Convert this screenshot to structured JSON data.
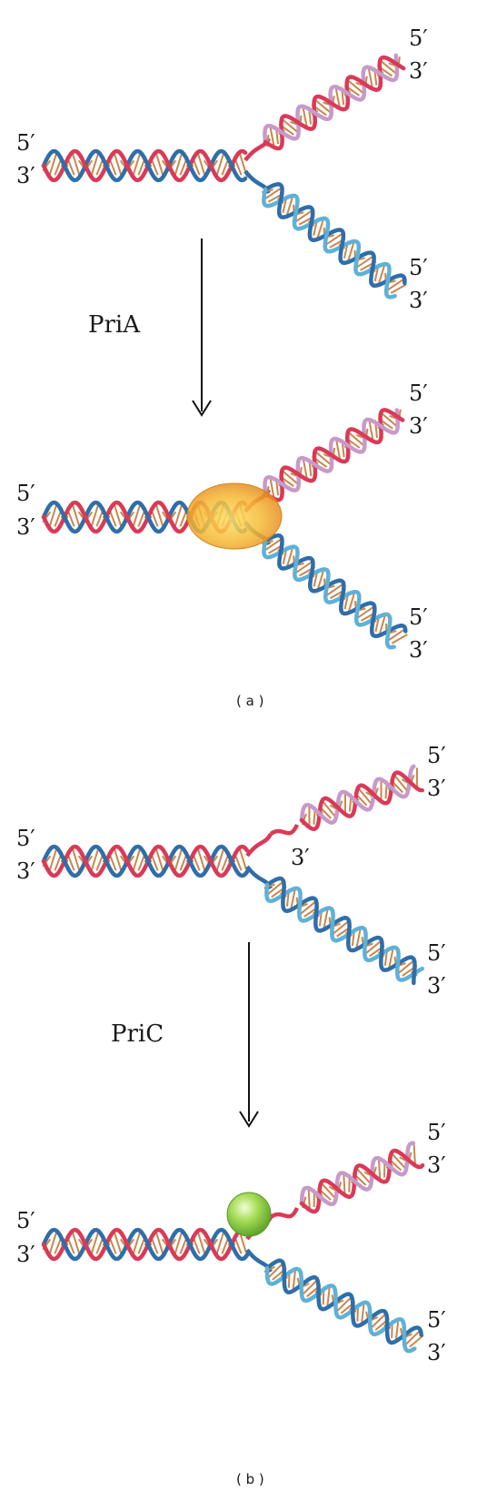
{
  "colors": {
    "leading_strand": "#d93a57",
    "lagging_strand": "#2f6ea8",
    "new_upper": "#c79ac9",
    "new_lower": "#5fb1d6",
    "rungs": "#c8874f",
    "pria": "#f1a12c",
    "pric": "#8fcf3f"
  },
  "panels": [
    {
      "caption": "( a )",
      "step_label": "PriA",
      "protein": "pria-ellipse",
      "forks": [
        {
          "left": [
            "5′",
            "3′"
          ],
          "upper": [
            "5′",
            "3′"
          ],
          "lower": [
            "5′",
            "3′"
          ],
          "gap_label": ""
        },
        {
          "left": [
            "5′",
            "3′"
          ],
          "upper": [
            "5′",
            "3′"
          ],
          "lower": [
            "5′",
            "3′"
          ],
          "gap_label": ""
        }
      ]
    },
    {
      "caption": "( b )",
      "step_label": "PriC",
      "protein": "pric-sphere",
      "forks": [
        {
          "left": [
            "5′",
            "3′"
          ],
          "upper": [
            "5′",
            "3′"
          ],
          "lower": [
            "5′",
            "3′"
          ],
          "gap_label": "3′"
        },
        {
          "left": [
            "5′",
            "3′"
          ],
          "upper": [
            "5′",
            "3′"
          ],
          "lower": [
            "5′",
            "3′"
          ],
          "gap_label": ""
        }
      ]
    }
  ]
}
